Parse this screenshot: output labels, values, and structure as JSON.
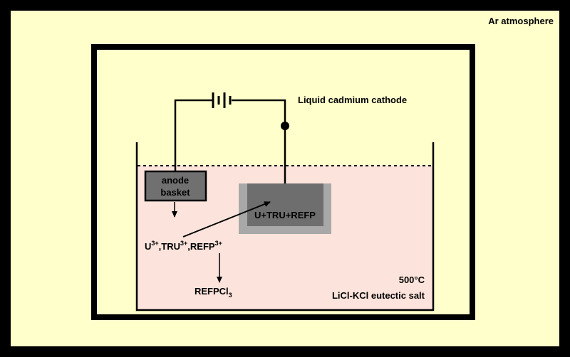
{
  "atmosphere_label": "Ar atmosphere",
  "cathode_label": "Liquid cadmium cathode",
  "anode_label_line1": "anode",
  "anode_label_line2": "basket",
  "cathode_product": "U+TRU+REFP",
  "ions": {
    "u": "U",
    "u_charge": "3+",
    "sep1": ",",
    "tru": "TRU",
    "tru_charge": "3+",
    "sep2": ",",
    "refp": "REFP",
    "refp_charge": "3+"
  },
  "chloride": {
    "base": "REFPCl",
    "sub": "3"
  },
  "temperature": "500°C",
  "salt_label": "LiCl-KCl eutectic salt",
  "colors": {
    "background": "#FFFFCC",
    "salt": "#FCE4DC",
    "frame": "#000000",
    "anode_fill": "#707070",
    "cathode_outer": "#A8A8A8",
    "cathode_inner": "#6E6E6E"
  }
}
